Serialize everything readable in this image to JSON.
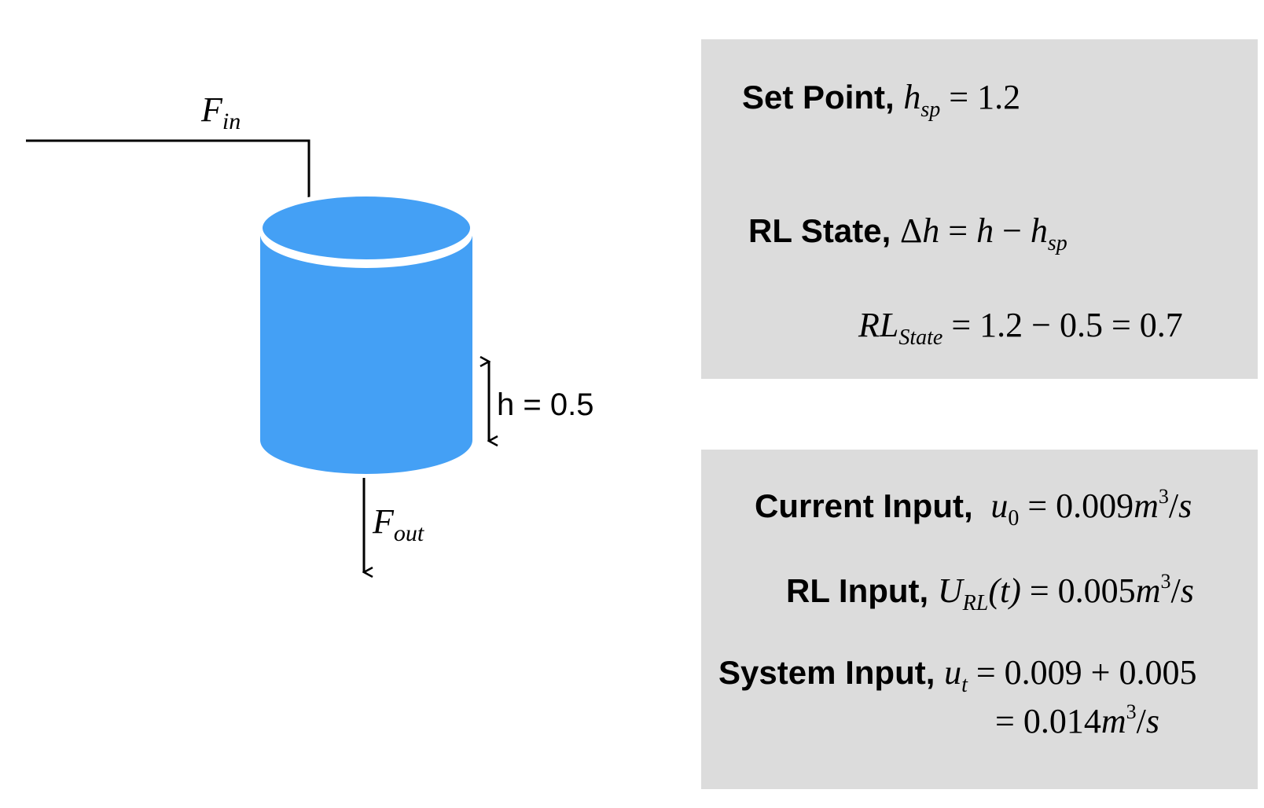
{
  "colors": {
    "tank": "#44a0f5",
    "panel": "#dcdcdc",
    "line": "#000000"
  },
  "diagram": {
    "flow_in_label": {
      "var": "F",
      "sub": "in"
    },
    "flow_out_label": {
      "var": "F",
      "sub": "out"
    },
    "height_label": "h = 0.5"
  },
  "state_panel": {
    "set_point": {
      "label": "Set Point,",
      "var": "h",
      "sub": "sp",
      "rhs": "= 1.2"
    },
    "rl_state": {
      "label": "RL State,",
      "delta": "Δ",
      "var": "h",
      "mid": "= ",
      "var2": "h",
      "minus": " − ",
      "var3": "h",
      "sub3": "sp"
    },
    "rl_state_calc": {
      "var": "RL",
      "sub": "State",
      "rhs": "= 1.2 − 0.5 = 0.7"
    }
  },
  "input_panel": {
    "current_input": {
      "label": "Current Input,",
      "var": "u",
      "sub": "0",
      "value": "= 0.009",
      "unit": "m",
      "exp": "3",
      "per": "/",
      "unit2": "s"
    },
    "rl_input": {
      "label": "RL Input,",
      "var": "U",
      "sub": "RL",
      "arg": "(t)",
      "value": "= 0.005",
      "unit": "m",
      "exp": "3",
      "per": "/",
      "unit2": "s"
    },
    "system_input": {
      "label": "System Input,",
      "var": "u",
      "sub": "t",
      "value": "= 0.009 + 0.005"
    },
    "system_input_result": {
      "value": "= 0.014",
      "unit": "m",
      "exp": "3",
      "per": "/",
      "unit2": "s"
    }
  }
}
